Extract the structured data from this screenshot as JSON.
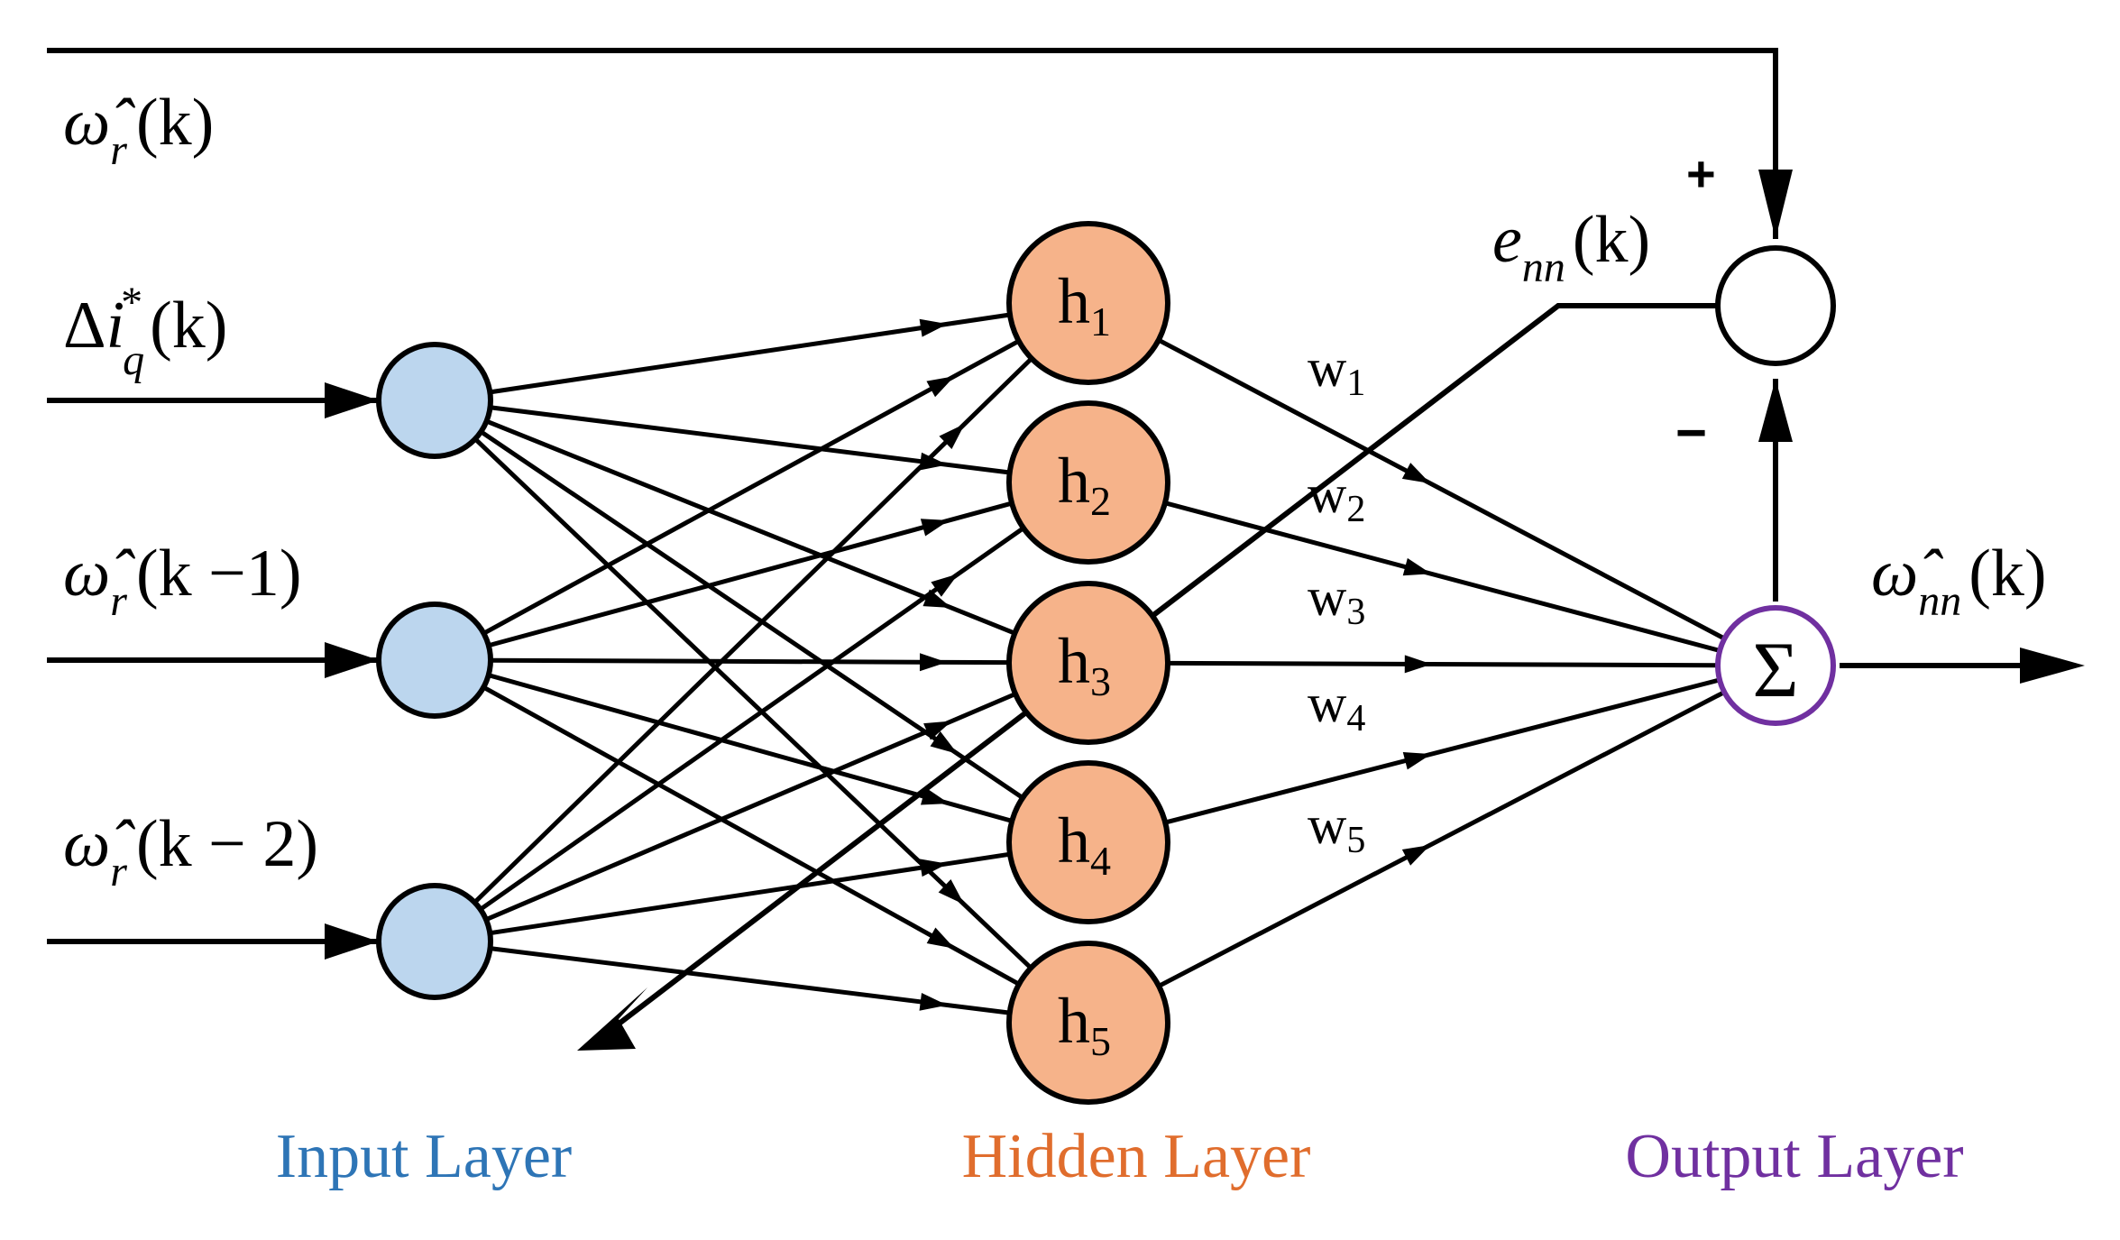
{
  "colors": {
    "input": "#bcd6ee",
    "hidden": "#f6b38a",
    "output_stroke": "#7030a0",
    "input_label": "#2e75b6",
    "hidden_label": "#e06d2d",
    "output_label": "#7030a0"
  },
  "inputs": [
    {
      "prefix": "Δ",
      "var": "i",
      "sup": "*",
      "sub": "q",
      "arg": "(k)"
    },
    {
      "prefix": "",
      "var": "ω̂",
      "sup": "",
      "sub": "r",
      "arg": "(k −1)"
    },
    {
      "prefix": "",
      "var": "ω̂",
      "sup": "",
      "sub": "r",
      "arg": "(k − 2)"
    }
  ],
  "feedback_label": {
    "var": "ω̂",
    "sub": "r",
    "arg": "(k)"
  },
  "hidden_nodes": [
    {
      "base": "h",
      "sub": "1"
    },
    {
      "base": "h",
      "sub": "2"
    },
    {
      "base": "h",
      "sub": "3"
    },
    {
      "base": "h",
      "sub": "4"
    },
    {
      "base": "h",
      "sub": "5"
    }
  ],
  "weights": [
    {
      "base": "w",
      "sub": "1"
    },
    {
      "base": "w",
      "sub": "2"
    },
    {
      "base": "w",
      "sub": "3"
    },
    {
      "base": "w",
      "sub": "4"
    },
    {
      "base": "w",
      "sub": "5"
    }
  ],
  "summation_symbol": "Σ",
  "error_label": {
    "var": "e",
    "sub": "nn",
    "arg": "(k)"
  },
  "output_label": {
    "var": "ω̂",
    "sub": "nn",
    "arg": "(k)"
  },
  "signs": {
    "plus": "+",
    "minus": "−"
  },
  "layer_labels": {
    "input": "Input Layer",
    "hidden": "Hidden Layer",
    "output": "Output Layer"
  }
}
